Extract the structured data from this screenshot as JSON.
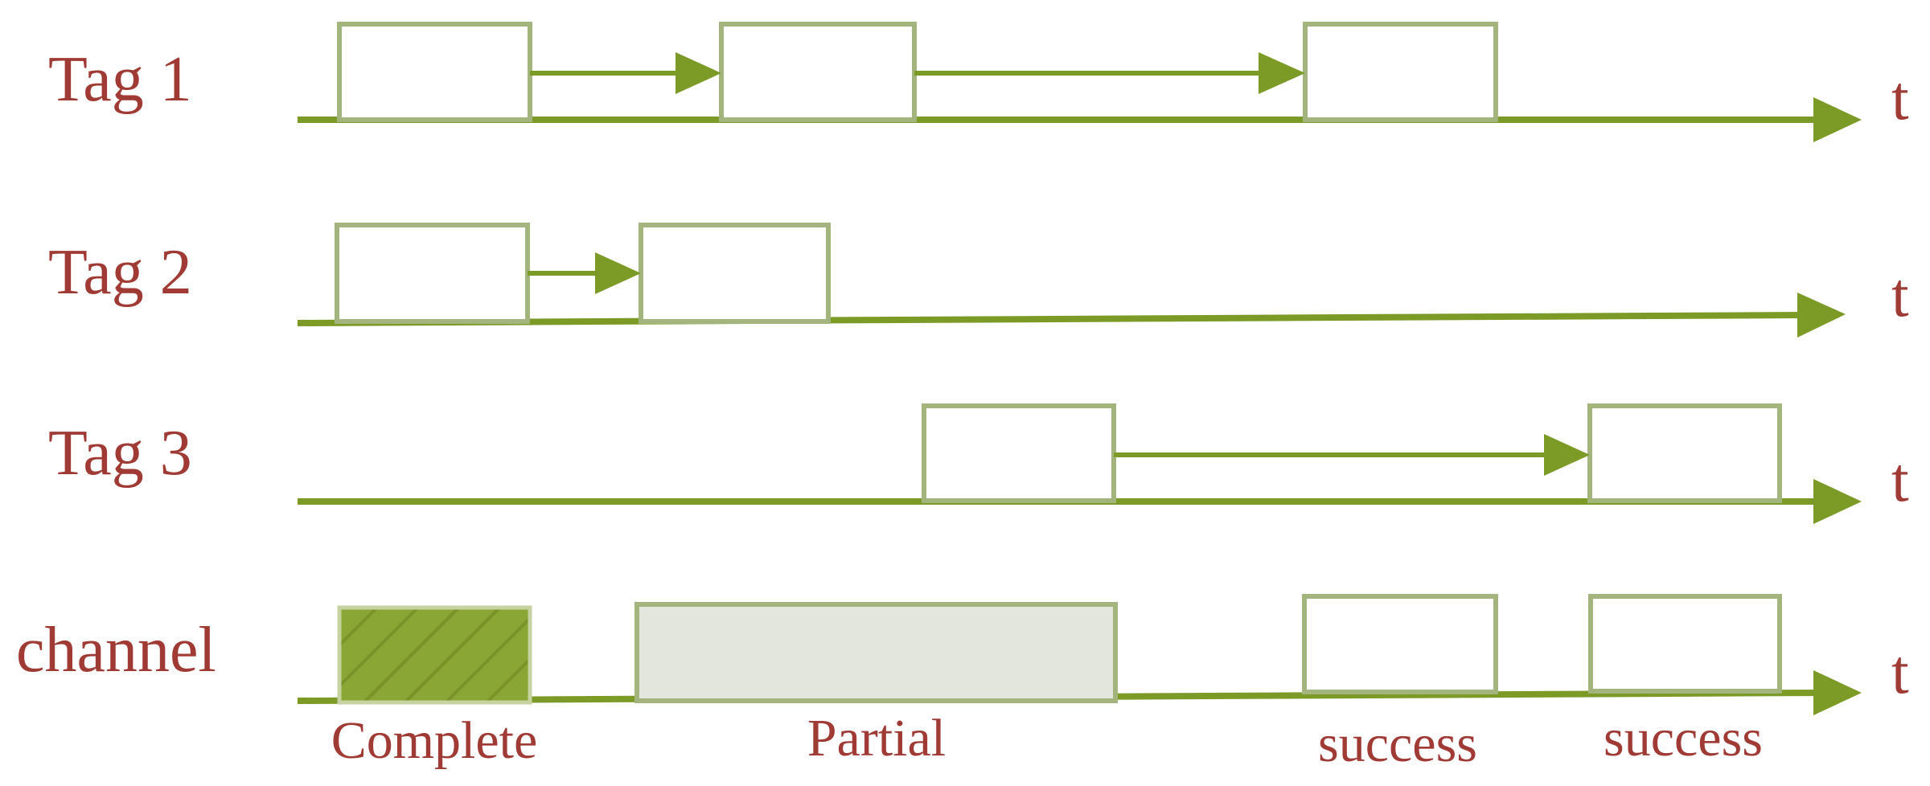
{
  "diagram": {
    "rows": [
      {
        "label": "Tag 1",
        "axis_label": "t"
      },
      {
        "label": "Tag 2",
        "axis_label": "t"
      },
      {
        "label": "Tag 3",
        "axis_label": "t"
      },
      {
        "label": "channel",
        "axis_label": "t"
      }
    ],
    "channel_labels": {
      "complete": "Complete",
      "partial": "Partial",
      "success_1": "success",
      "success_2": "success"
    },
    "colors": {
      "label_text": "#a03a35",
      "axis": "#7c9a26",
      "box_stroke": "#a3b47c",
      "complete_fill": "#8aa634",
      "partial_fill": "#e3e6dc"
    }
  }
}
